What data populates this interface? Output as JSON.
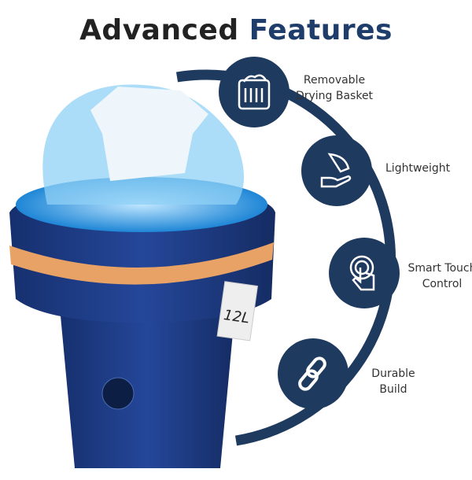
{
  "title": {
    "part1": "Advanced",
    "part2": "Features"
  },
  "product": {
    "capacity_tag": "12L"
  },
  "features": [
    {
      "label_line1": "Removable",
      "label_line2": "Drying Basket",
      "icon": "laundry-basket-icon"
    },
    {
      "label_line1": "Lightweight",
      "label_line2": "",
      "icon": "feather-hand-icon"
    },
    {
      "label_line1": "Smart Touch",
      "label_line2": "Control",
      "icon": "touch-finger-icon"
    },
    {
      "label_line1": "Durable",
      "label_line2": "Build",
      "icon": "chain-link-icon"
    }
  ],
  "colors": {
    "navy": "#1f3a5f",
    "orange": "#e8a266",
    "water": "#3aa0e0"
  }
}
